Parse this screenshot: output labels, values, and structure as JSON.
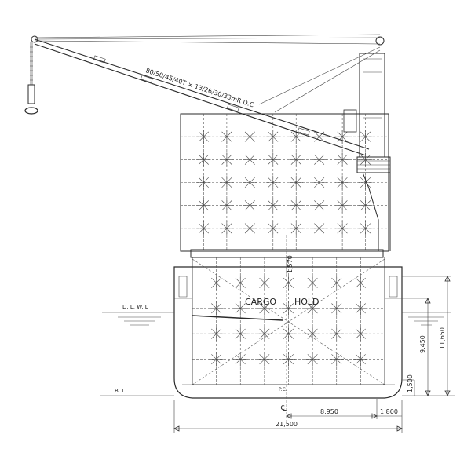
{
  "crane": {
    "capacity_label": "80/50/45/40T × 13/26/30/33mR D.C"
  },
  "hold": {
    "cargo_label": "CARGO",
    "hold_label": "HOLD",
    "hatch_height": "1,570"
  },
  "waterlines": {
    "dlwl_label": "D. L. W. L",
    "bl_label": "B. L."
  },
  "centerline": {
    "symbol": "℄",
    "pc_label": "P.C."
  },
  "dimensions": {
    "breadth": "21,500",
    "half_breadth": "8,950",
    "side_offset": "1,800",
    "draft": "9,450",
    "depth": "11,650",
    "double_bottom": "1,500"
  }
}
